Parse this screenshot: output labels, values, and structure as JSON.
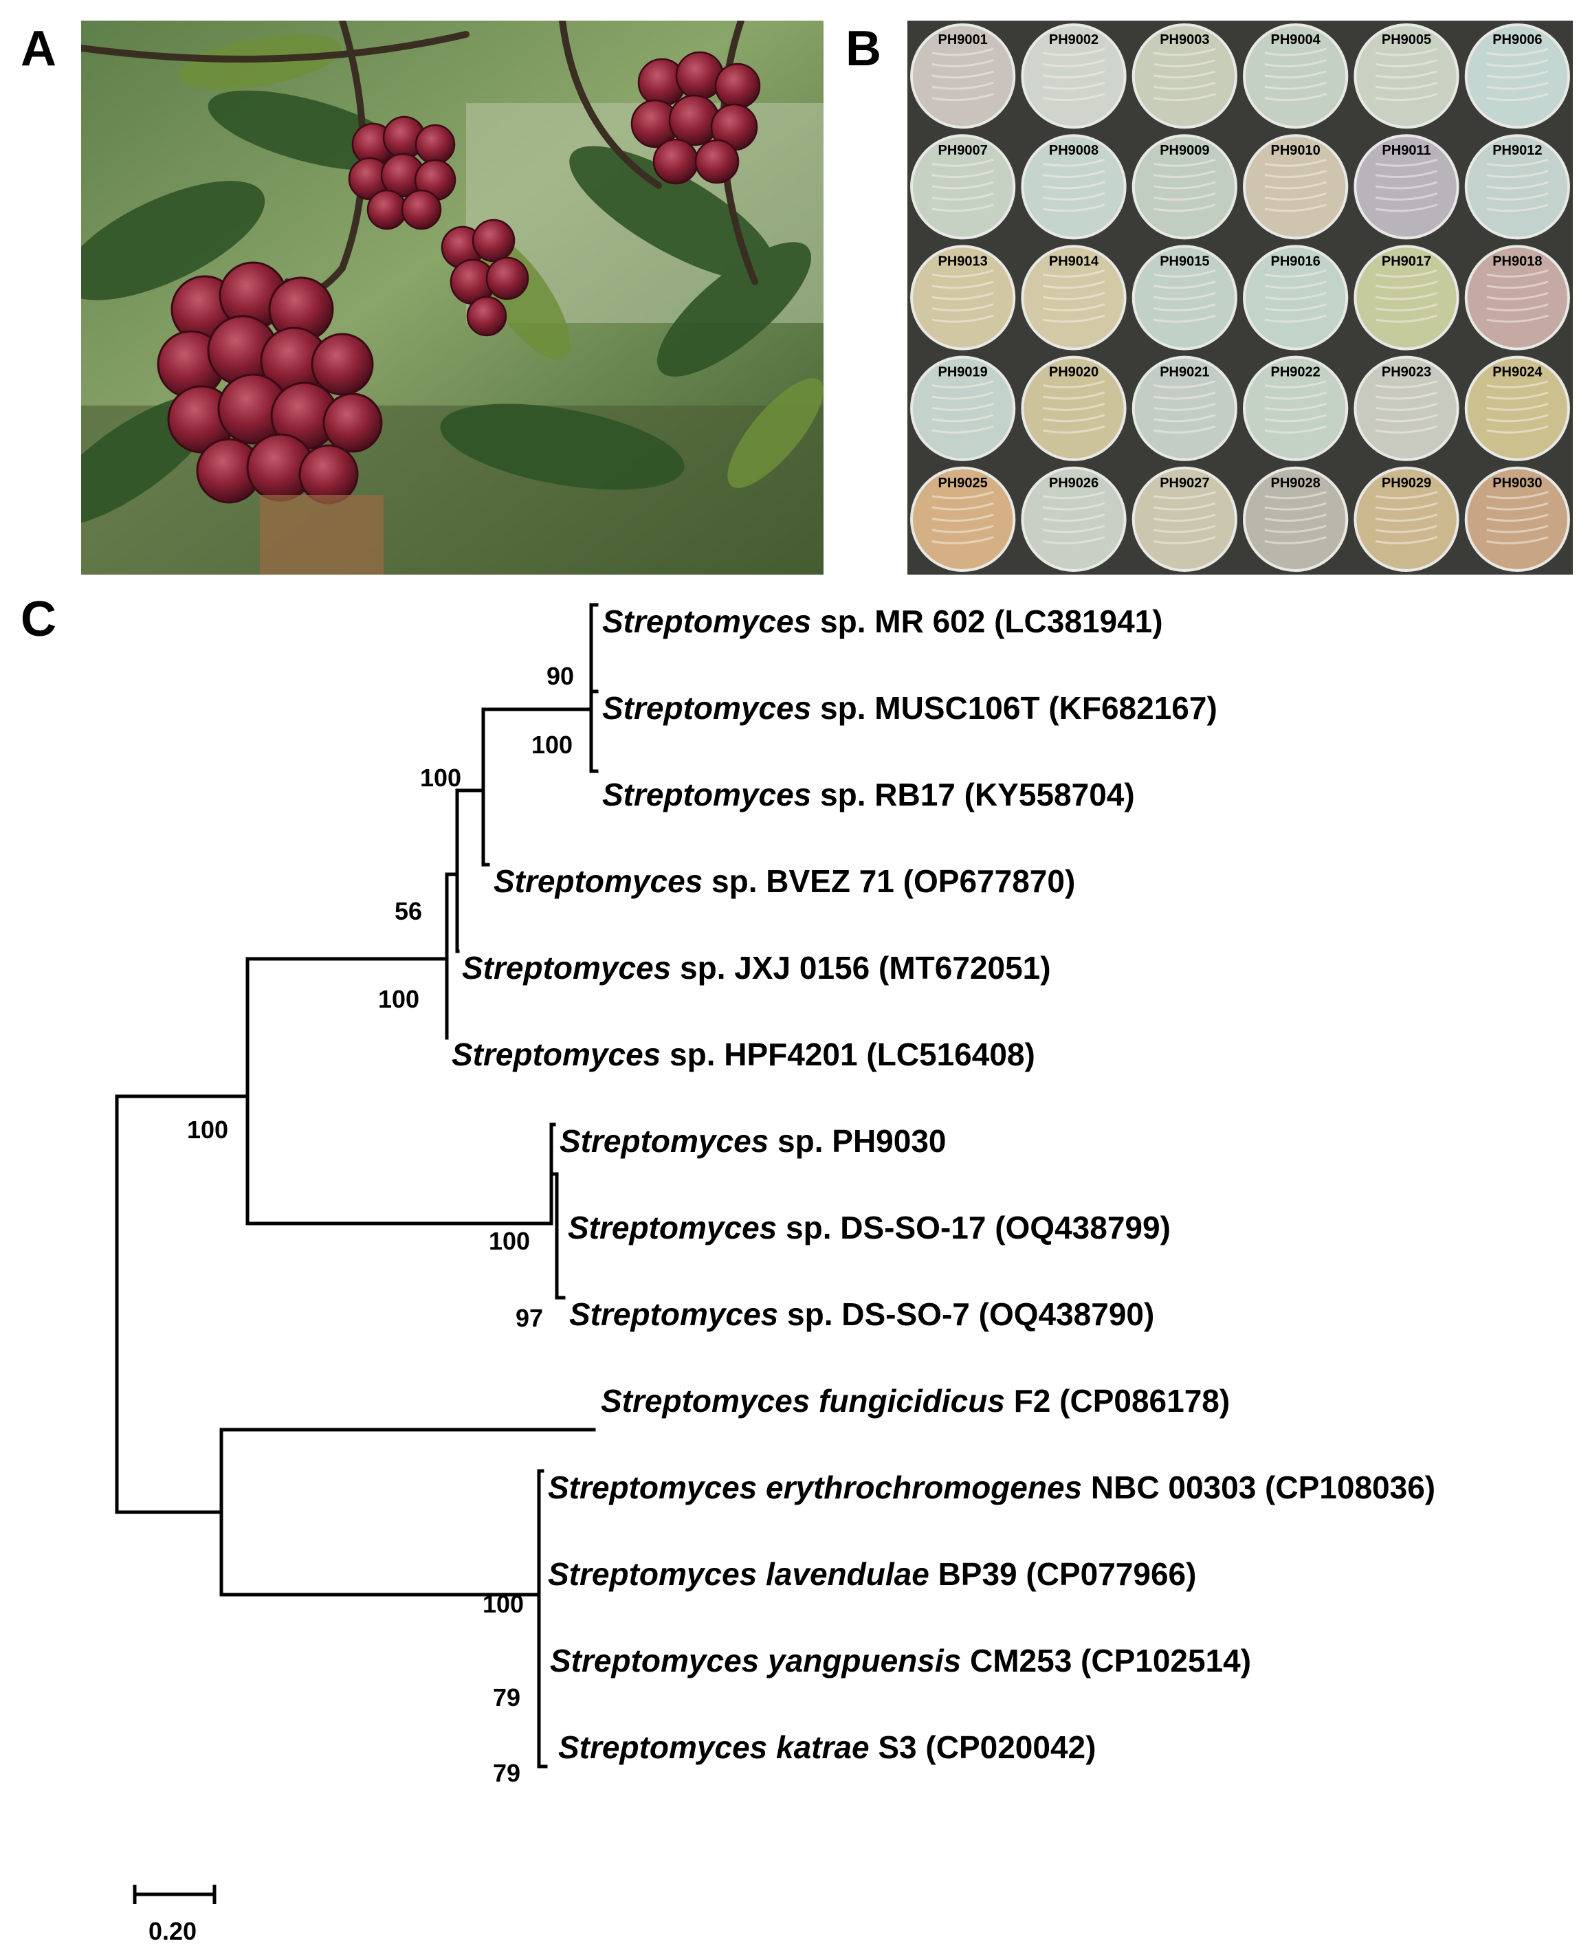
{
  "panels": {
    "a": "A",
    "b": "B",
    "c": "C"
  },
  "colors": {
    "highlight": "#c00000",
    "fruit": "#8e2236",
    "leaf": "#3f6b31",
    "plate_bg": "#3b3b38"
  },
  "plates": {
    "labels": [
      "PH9001",
      "PH9002",
      "PH9003",
      "PH9004",
      "PH9005",
      "PH9006",
      "PH9007",
      "PH9008",
      "PH9009",
      "PH9010",
      "PH9011",
      "PH9012",
      "PH9013",
      "PH9014",
      "PH9015",
      "PH9016",
      "PH9017",
      "PH9018",
      "PH9019",
      "PH9020",
      "PH9021",
      "PH9022",
      "PH9023",
      "PH9024",
      "PH9025",
      "PH9026",
      "PH9027",
      "PH9028",
      "PH9029",
      "PH9030"
    ],
    "colors": [
      "#c9c2bd",
      "#cfd5cc",
      "#c7cdb8",
      "#c4d0c3",
      "#c9d2c2",
      "#c4d6d1",
      "#c6d1c4",
      "#c5d4cc",
      "#c2cdc2",
      "#cfc4ae",
      "#b9b3bc",
      "#c3d2cd",
      "#d1c7a2",
      "#d3c9a6",
      "#c2d1c7",
      "#c2d3c9",
      "#c6cb9e",
      "#c5a9a3",
      "#c3d2ca",
      "#cdc39a",
      "#c3cdc6",
      "#c4d1c5",
      "#c8cac0",
      "#cdc08f",
      "#d4b084",
      "#c8cfc4",
      "#cbc6ae",
      "#b9b6ab",
      "#ccb88e",
      "#c8a685"
    ]
  },
  "tree": {
    "taxa": [
      {
        "genus": "Streptomyces",
        "rest": " sp. MR 602 (LC381941)"
      },
      {
        "genus": "Streptomyces",
        "rest": " sp. MUSC106T (KF682167)"
      },
      {
        "genus": "Streptomyces",
        "rest": " sp. RB17 (KY558704)"
      },
      {
        "genus": "Streptomyces",
        "rest": " sp. BVEZ 71 (OP677870)"
      },
      {
        "genus": "Streptomyces",
        "rest": " sp. JXJ 0156 (MT672051)"
      },
      {
        "genus": "Streptomyces",
        "rest": " sp. HPF4201 (LC516408)"
      },
      {
        "genus": "Streptomyces",
        "rest": " sp. PH9030"
      },
      {
        "genus": "Streptomyces",
        "rest": " sp. DS-SO-17 (OQ438799)"
      },
      {
        "genus": "Streptomyces",
        "rest": " sp. DS-SO-7 (OQ438790)"
      },
      {
        "genus": "Streptomyces fungicidicus",
        "rest": " F2 (CP086178)"
      },
      {
        "genus": "Streptomyces erythrochromogenes",
        "rest": " NBC 00303 (CP108036)"
      },
      {
        "genus": "Streptomyces lavendulae",
        "rest": " BP39 (CP077966)"
      },
      {
        "genus": "Streptomyces yangpuensis",
        "rest": " CM253 (CP102514)"
      },
      {
        "genus": "Streptomyces katrae",
        "rest": " S3 (CP020042)"
      }
    ],
    "bootstrap": [
      "90",
      "100",
      "100",
      "56",
      "100",
      "100",
      "100",
      "97",
      "100",
      "79",
      "79"
    ],
    "scale_label": "0.20"
  }
}
